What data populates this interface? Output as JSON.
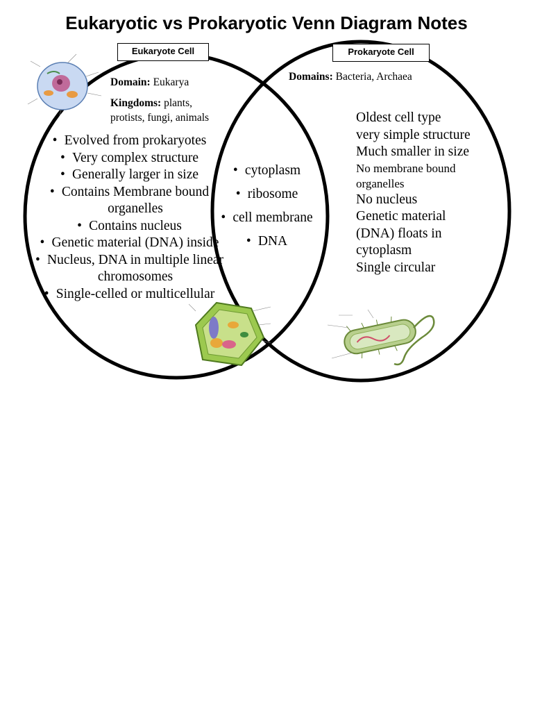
{
  "title": "Eukaryotic vs Prokaryotic Venn Diagram Notes",
  "eukaryote": {
    "label": "Eukaryote Cell",
    "domain_label": "Domain:",
    "domain": "Eukarya",
    "kingdoms_label": "Kingdoms:",
    "kingdoms": "plants, protists, fungi, animals",
    "items": [
      "Evolved from prokaryotes",
      "Very complex structure",
      "Generally larger in size",
      "Contains Membrane bound organelles",
      "Contains nucleus",
      "Genetic material (DNA) inside",
      "Nucleus, DNA in multiple linear chromosomes",
      "Single-celled or multicellular"
    ]
  },
  "both": {
    "items": [
      "cytoplasm",
      "ribosome",
      "cell membrane",
      "DNA"
    ]
  },
  "prokaryote": {
    "label": "Prokaryote Cell",
    "domains_label": "Domains:",
    "domains": "Bacteria, Archaea",
    "items": [
      "Oldest cell type",
      "very simple structure",
      "Much smaller in size",
      "No membrane bound organelles",
      "No nucleus",
      "Genetic material (DNA) floats in cytoplasm",
      "Single circular"
    ]
  },
  "colors": {
    "outline": "#000000",
    "animal_cell": "#c9d9f2",
    "plant_cell": "#9cc94f",
    "bacteria": "#b8cf8d"
  },
  "icons": [
    "animal-cell-illustration",
    "plant-cell-illustration",
    "bacteria-cell-illustration"
  ]
}
